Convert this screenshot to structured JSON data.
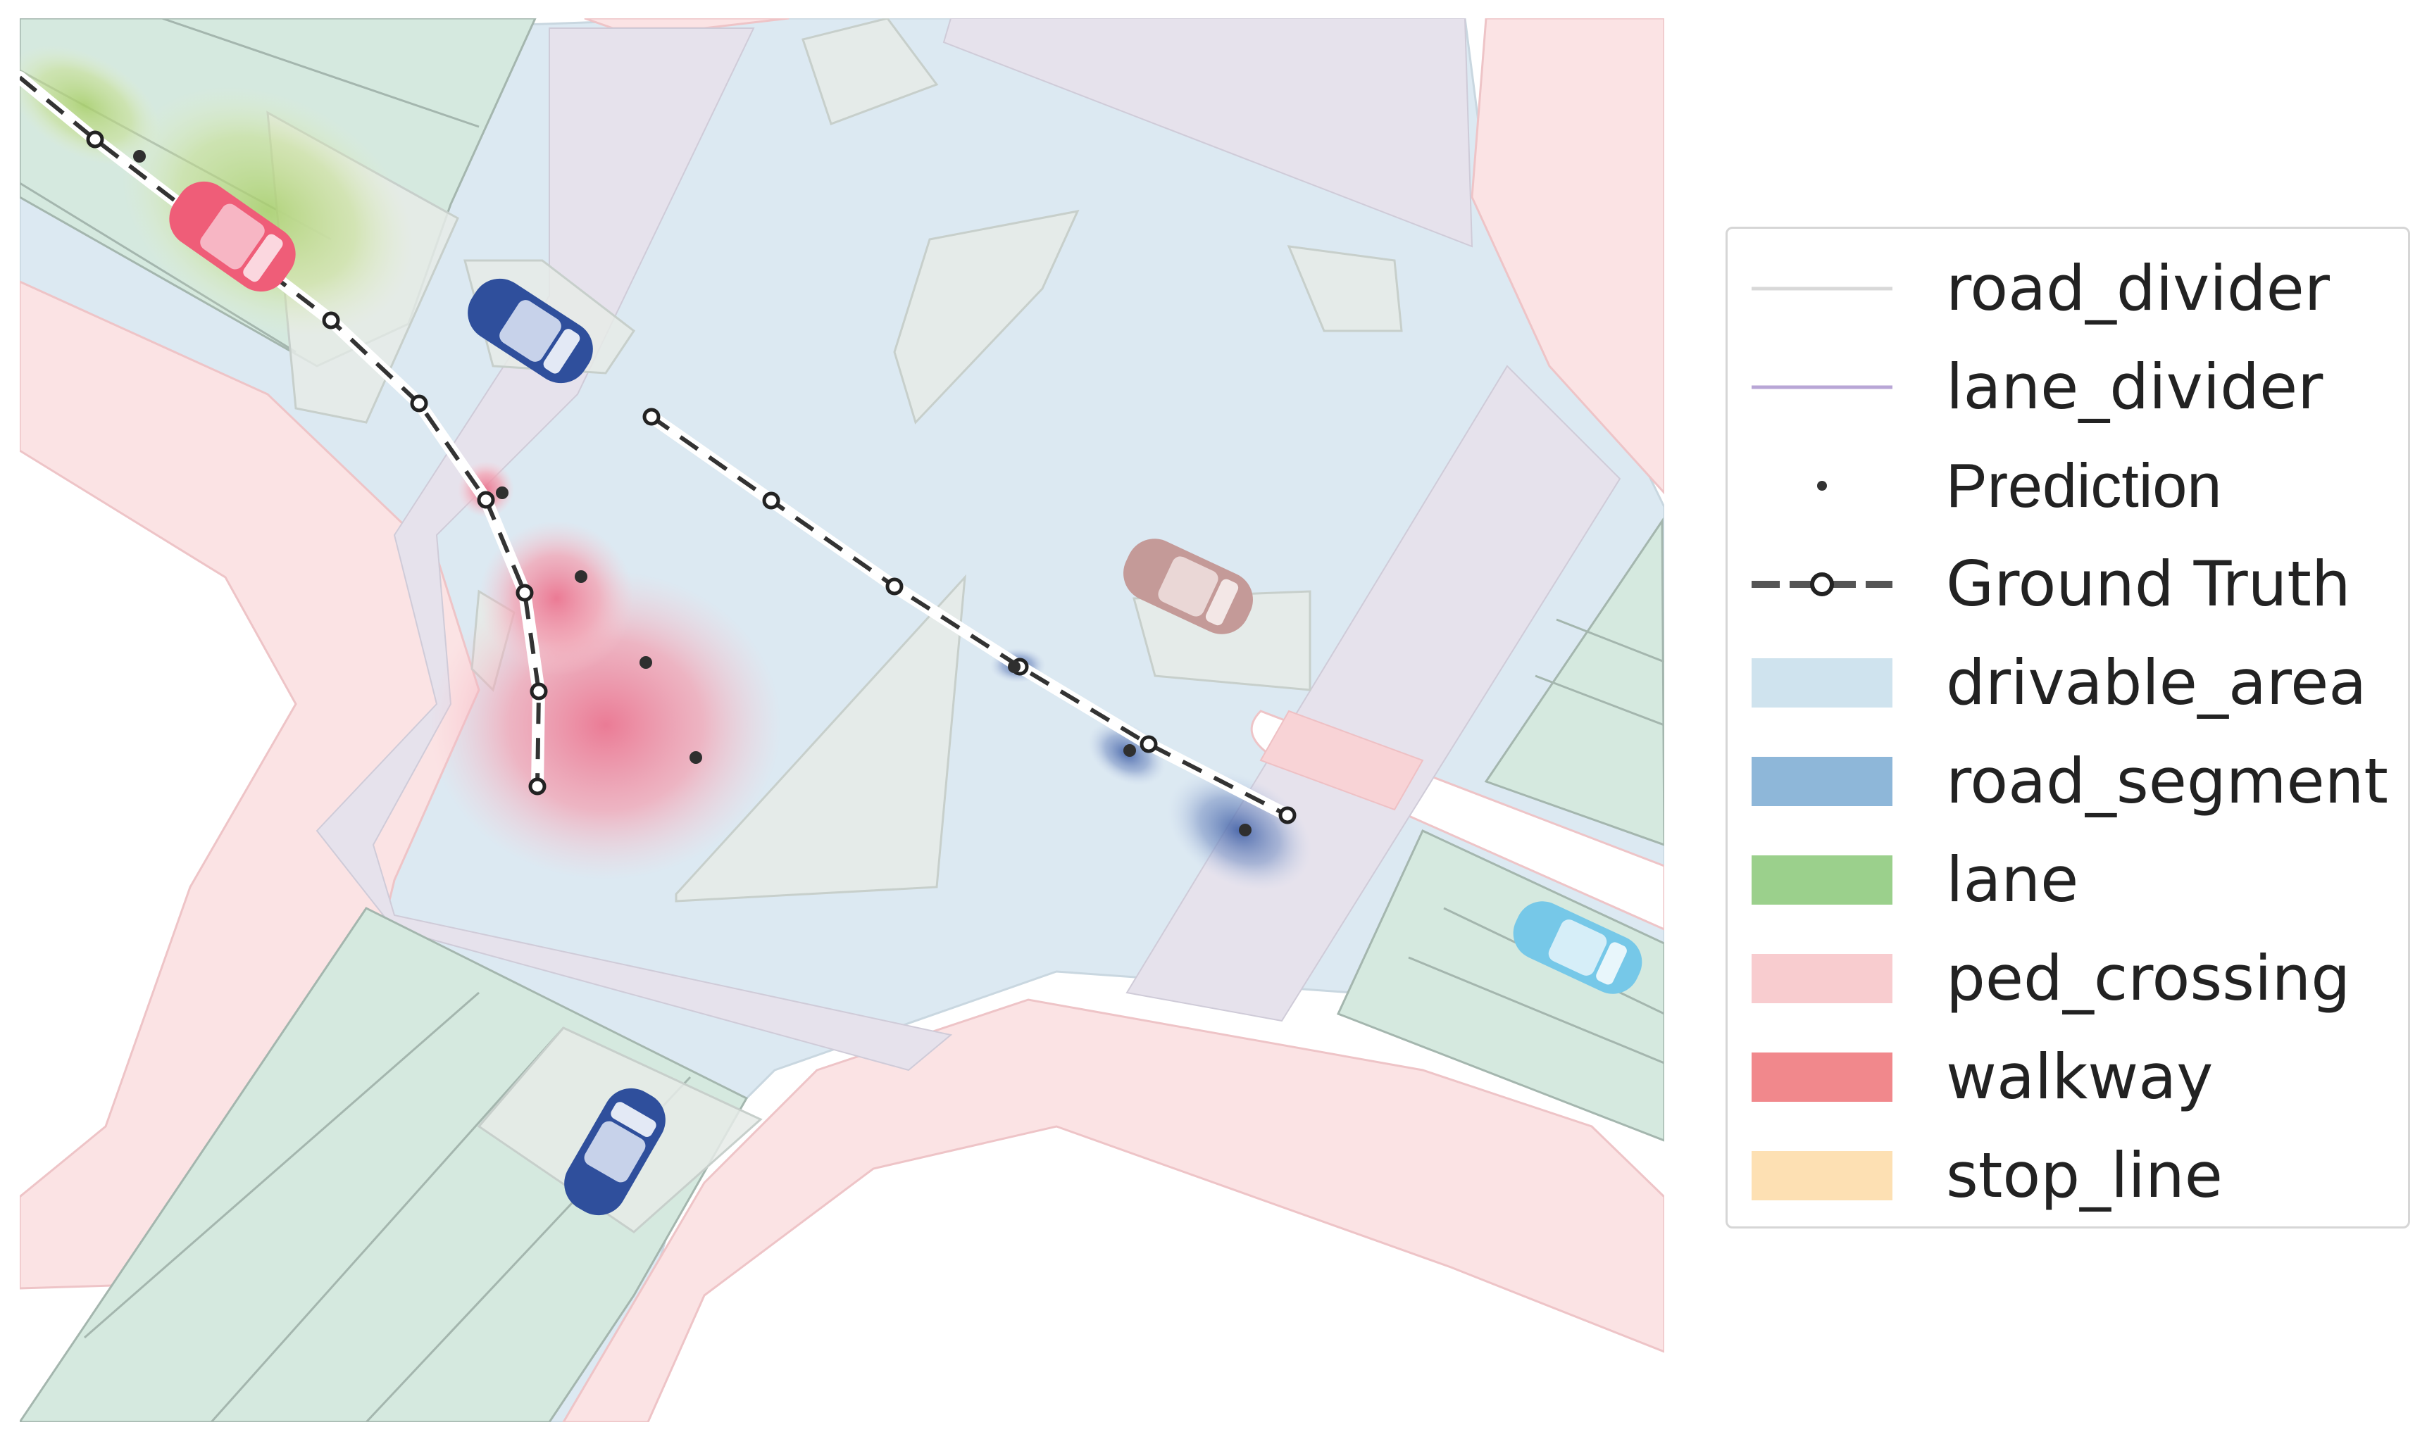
{
  "legend": {
    "items": [
      {
        "label": "road_divider",
        "kind": "line",
        "color": "#d8d8d8"
      },
      {
        "label": "lane_divider",
        "kind": "line",
        "color": "#b8a6d6"
      },
      {
        "label": "Prediction",
        "kind": "dot",
        "color": "#333333"
      },
      {
        "label": "Ground Truth",
        "kind": "gt",
        "color": "#555555"
      },
      {
        "label": "drivable_area",
        "kind": "patch",
        "color": "#cfe3ee"
      },
      {
        "label": "road_segment",
        "kind": "patch",
        "color": "#8eb7d9"
      },
      {
        "label": "lane",
        "kind": "patch",
        "color": "#9bd08c"
      },
      {
        "label": "ped_crossing",
        "kind": "patch",
        "color": "#f8cccf"
      },
      {
        "label": "walkway",
        "kind": "patch",
        "color": "#f1888c"
      },
      {
        "label": "stop_line",
        "kind": "patch",
        "color": "#fde0b3"
      }
    ]
  },
  "map": {
    "colors": {
      "drivable": "#dce9f2",
      "walkway": "#fbe3e4",
      "crossing": "#e6e2ec",
      "lane": "#d5e9df",
      "lane_line": "#a4b6ae",
      "car_area": "#e6ebe8",
      "pred_dot": "#2f2f2f"
    },
    "agents": [
      {
        "name": "red-car",
        "color": "#ef5d78"
      },
      {
        "name": "blue-car",
        "color": "#2f4f9c"
      },
      {
        "name": "brown-car",
        "color": "#c49a98"
      },
      {
        "name": "cyan-car",
        "color": "#76c8e8"
      },
      {
        "name": "blue-car-2",
        "color": "#2f4f9c"
      }
    ]
  }
}
